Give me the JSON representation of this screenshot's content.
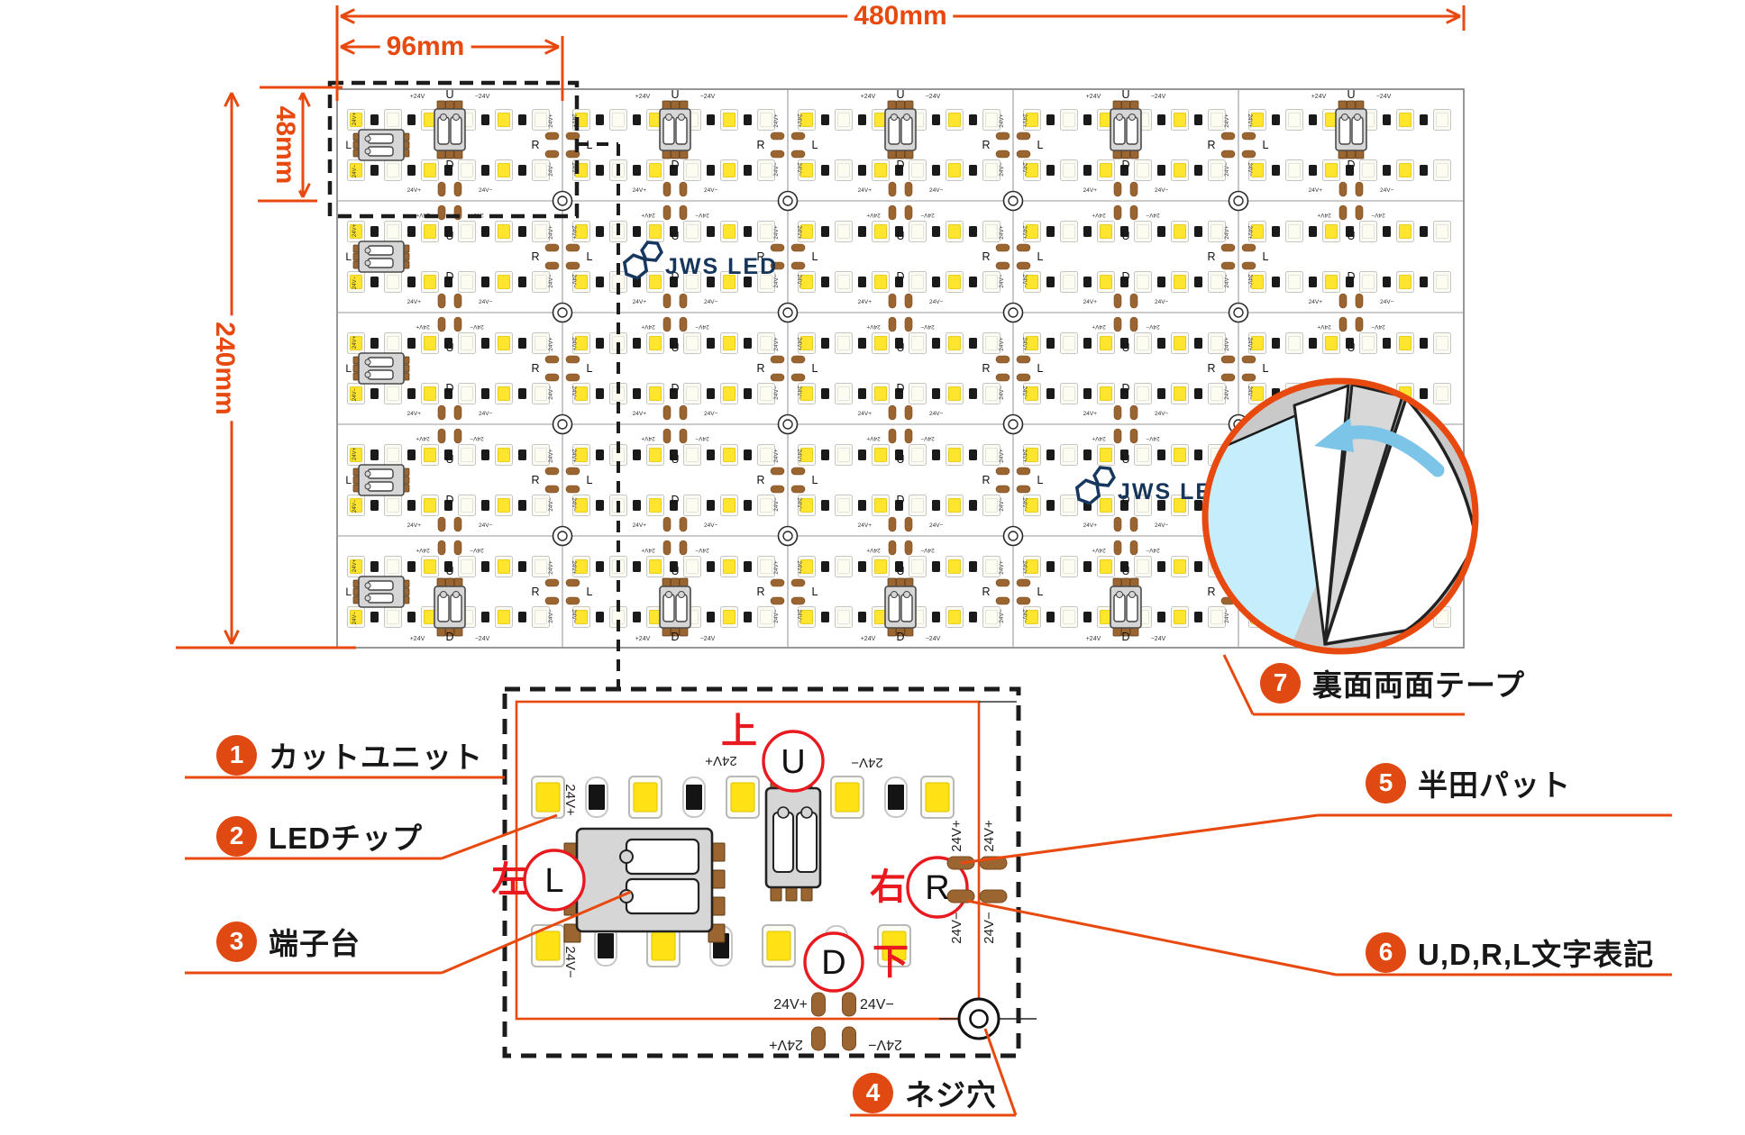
{
  "dimensions": {
    "total_width": "480mm",
    "unit_width": "96mm",
    "unit_height": "48mm",
    "total_height": "240mm"
  },
  "brand": {
    "logo_text": "JWS LED"
  },
  "panel": {
    "cols": 5,
    "rows": 5,
    "direction_letters": {
      "up": "U",
      "down": "D",
      "left": "L",
      "right": "R"
    },
    "voltage_labels": {
      "plus": "24V+",
      "minus": "24V−",
      "plus_flipped": "+24V",
      "minus_flipped": "−24V"
    }
  },
  "detail": {
    "direction_letters": {
      "up": "U",
      "down": "D",
      "left": "L",
      "right": "R"
    },
    "direction_kanji": {
      "up": "上",
      "down": "下",
      "left": "左",
      "right": "右"
    },
    "voltage_labels": {
      "plus": "24V+",
      "minus": "24V−"
    }
  },
  "callouts": [
    {
      "num": "1",
      "label": "カットユニット"
    },
    {
      "num": "2",
      "label": "LEDチップ"
    },
    {
      "num": "3",
      "label": "端子台"
    },
    {
      "num": "4",
      "label": "ネジ穴"
    },
    {
      "num": "5",
      "label": "半田パット"
    },
    {
      "num": "6",
      "label": "U,D,R,L文字表記"
    },
    {
      "num": "7",
      "label": "裏面両面テープ"
    }
  ],
  "colors": {
    "accent": "#e8490f",
    "badge": "#e04a12",
    "annotation_red": "#e8191f",
    "led_yellow": "#ffe215",
    "panel_yellow": "#ffe52e",
    "chip_white": "#fcfcf0",
    "chip_black": "#1a1a1a",
    "pad_brown": "#9b6532",
    "terminal_gray": "#d6d6d6",
    "logo_navy": "#17375e",
    "inset_gray": "#c9c9c9",
    "inset_blue": "#c5edfa",
    "arrow_blue": "#7cc4e8",
    "grid_line": "#9a9a9a"
  }
}
